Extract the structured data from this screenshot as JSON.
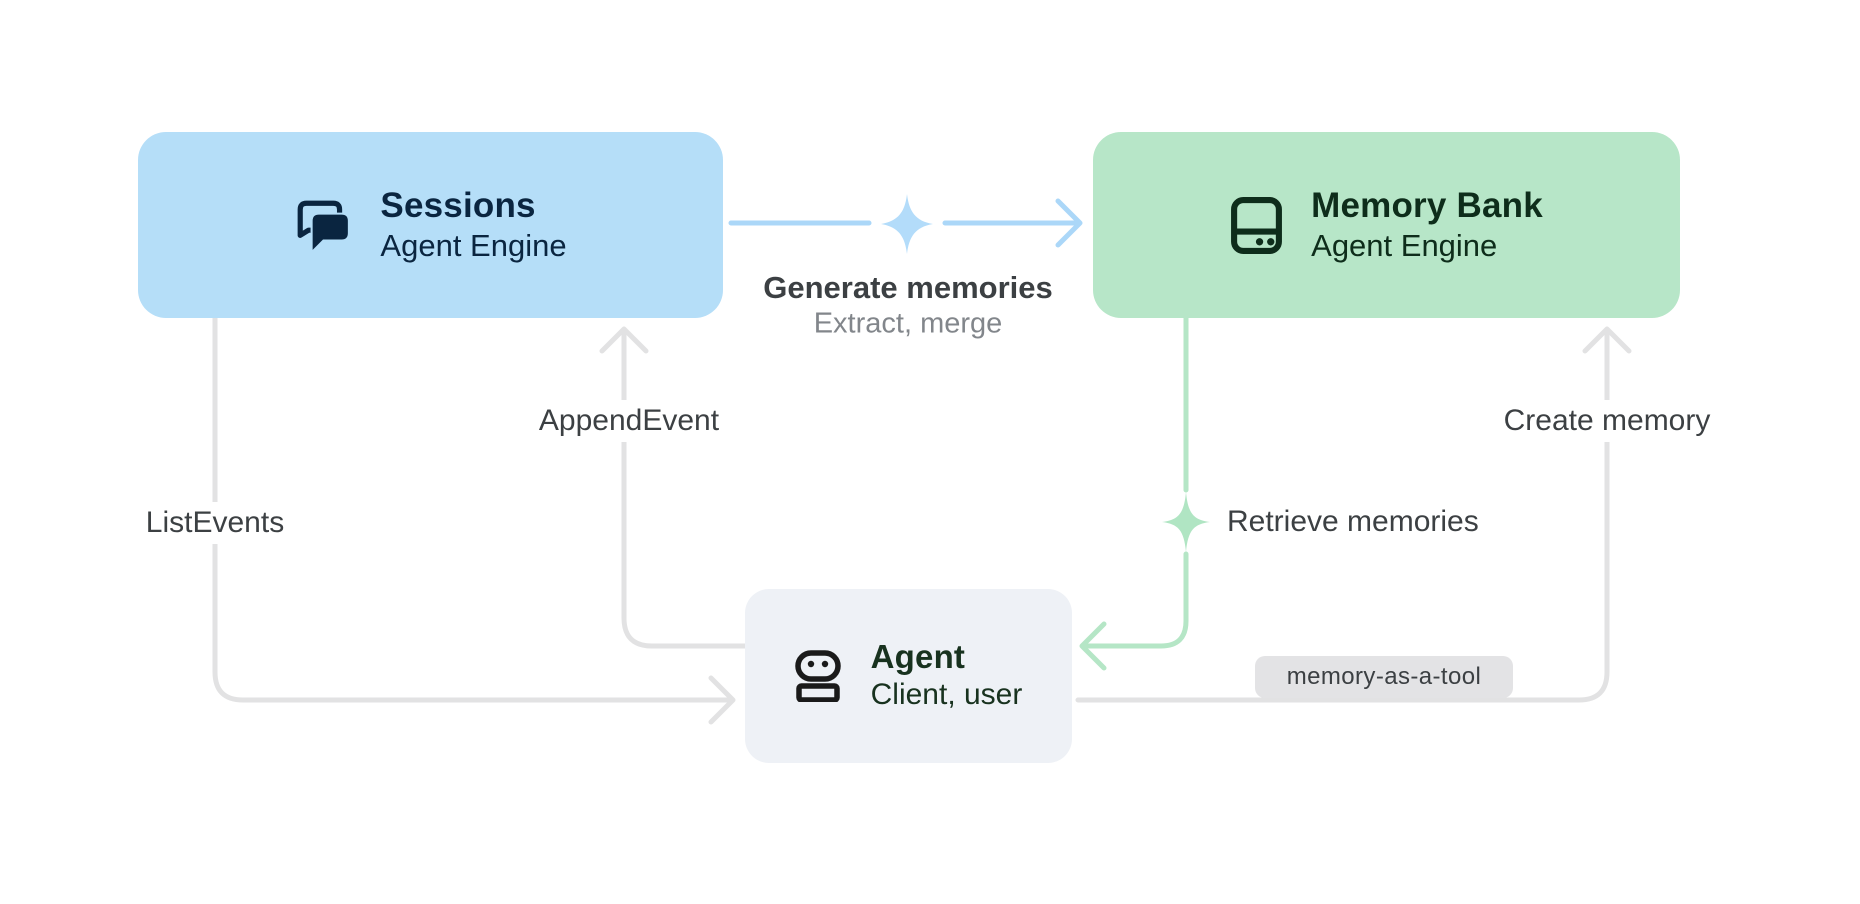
{
  "diagram": {
    "title_hint": "Agent Engine sessions and memory flow",
    "colors": {
      "background": "#ffffff",
      "sessions_fill": "#b5def8",
      "sessions_text": "#0a2540",
      "memory_bank_fill": "#b7e6c8",
      "memory_bank_text": "#0e2d1b",
      "agent_fill": "#eef1f6",
      "agent_text": "#18321f",
      "gray_line": "#e2e2e3",
      "blue_line": "#abd7f8",
      "green_line": "#b5e6c6",
      "blue_sparkle": "#b3dcfa",
      "green_sparkle": "#b0e5c3",
      "label_primary": "#3c4043",
      "label_secondary": "#82868b",
      "badge_fill": "#e3e3e5"
    },
    "nodes": {
      "sessions": {
        "title": "Sessions",
        "subtitle": "Agent Engine",
        "icon": "chat-forum-icon"
      },
      "memory_bank": {
        "title": "Memory Bank",
        "subtitle": "Agent Engine",
        "icon": "storage-icon"
      },
      "agent": {
        "title": "Agent",
        "subtitle": "Client, user",
        "icon": "robot-icon"
      }
    },
    "edges": {
      "generate_memories": {
        "label": "Generate memories",
        "sublabel": "Extract, merge",
        "from": "Sessions",
        "to": "Memory Bank",
        "icon": "sparkle-icon"
      },
      "append_event": {
        "label": "AppendEvent",
        "from": "Agent",
        "to": "Sessions"
      },
      "list_events": {
        "label": "ListEvents",
        "from": "Sessions",
        "to": "Agent"
      },
      "retrieve_memories": {
        "label": "Retrieve memories",
        "from": "Memory Bank",
        "to": "Agent",
        "icon": "sparkle-icon"
      },
      "create_memory": {
        "label": "Create memory",
        "badge": "memory-as-a-tool",
        "from": "Agent",
        "to": "Memory Bank"
      }
    }
  }
}
